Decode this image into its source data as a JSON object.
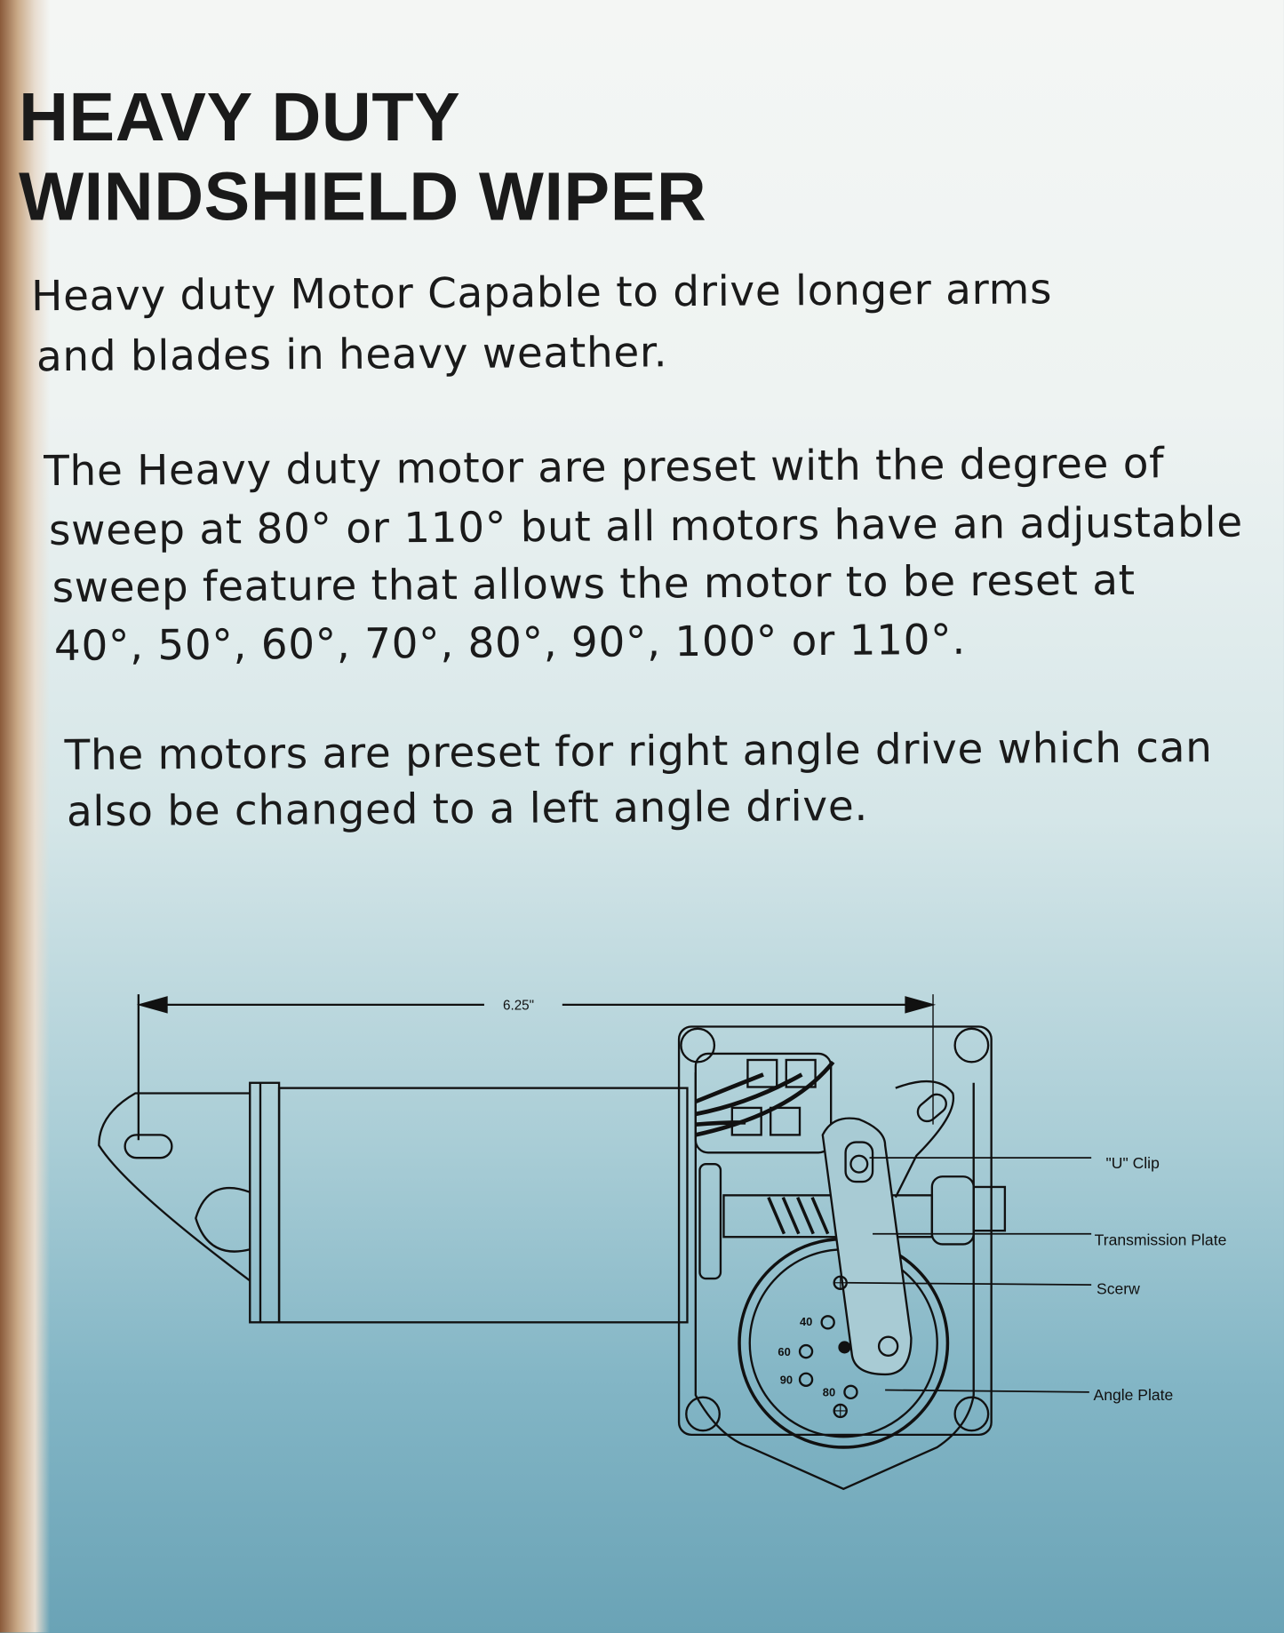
{
  "title": {
    "line1": "HEAVY DUTY",
    "line2": "WINDSHIELD WIPER"
  },
  "paragraphs": [
    [
      "Heavy duty Motor Capable to drive longer arms",
      "and blades in heavy weather."
    ],
    [
      "The Heavy duty motor are preset with the degree of",
      "sweep at 80° or 110° but all motors have an adjustable",
      "sweep feature that allows the motor to be reset at",
      "40°, 50°, 60°, 70°, 80°, 90°, 100° or 110°."
    ],
    [
      "The motors are preset for right angle drive which can",
      "also be changed to a left angle drive."
    ]
  ],
  "diagram": {
    "dimension": "6.25\"",
    "labels": {
      "u_clip": "\"U\" Clip",
      "transmission_plate": "Transmission Plate",
      "screw": "Scerw",
      "angle_plate": "Angle Plate"
    },
    "angles": [
      "40",
      "60",
      "90",
      "80"
    ]
  }
}
